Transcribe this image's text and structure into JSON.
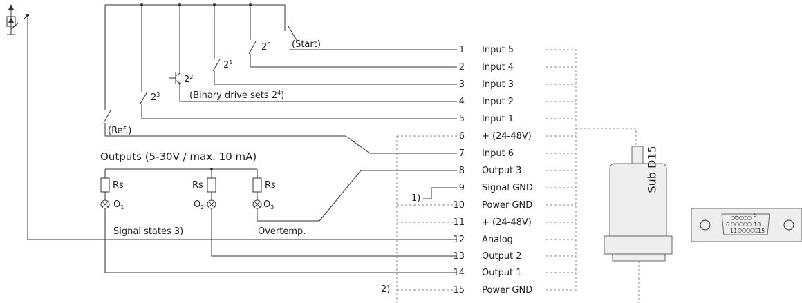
{
  "colors": {
    "line": "#333333",
    "dashed": "#888888",
    "connector_fill": "#eeeeee",
    "connector_stroke": "#666666"
  },
  "pins": [
    {
      "num": "1",
      "label": "Input 5"
    },
    {
      "num": "2",
      "label": "Input 4"
    },
    {
      "num": "3",
      "label": "Input 3"
    },
    {
      "num": "4",
      "label": "Input 2"
    },
    {
      "num": "5",
      "label": "Input 1"
    },
    {
      "num": "6",
      "label": "+ (24-48V)"
    },
    {
      "num": "7",
      "label": "Input 6"
    },
    {
      "num": "8",
      "label": "Output 3"
    },
    {
      "num": "9",
      "label": "Signal GND"
    },
    {
      "num": "10",
      "label": "Power GND"
    },
    {
      "num": "11",
      "label": "+ (24-48V)"
    },
    {
      "num": "12",
      "label": "Analog"
    },
    {
      "num": "13",
      "label": "Output 2"
    },
    {
      "num": "14",
      "label": "Output 1"
    },
    {
      "num": "15",
      "label": "Power GND"
    }
  ],
  "switches": {
    "start": "(Start)",
    "bit0_base": "2",
    "bit0_exp": "0",
    "bit1_base": "2",
    "bit1_exp": "1",
    "bit2_base": "2",
    "bit2_exp": "2",
    "bit3_base": "2",
    "bit3_exp": "3",
    "binary_text": "(Binary drive sets 2",
    "binary_exp": "4",
    "binary_close": ")",
    "ref": "(Ref.)"
  },
  "outputs": {
    "heading": "Outputs (5-30V / max. 10 mA)",
    "rs1": "Rs",
    "rs2": "Rs",
    "rs3": "Rs",
    "o1_main": "O",
    "o1_sub": "1",
    "o2_main": "O",
    "o2_sub": "2",
    "o3_main": "O",
    "o3_sub": "3",
    "signal_states": "Signal states 3)",
    "overtemp": "Overtemp."
  },
  "notes": {
    "note1": "1)",
    "note2": "2)"
  },
  "connector": {
    "label": "Sub D15",
    "row1_start": "1",
    "row1_end": "5",
    "row2_start": "6",
    "row2_end": "10",
    "row3_start": "11",
    "row3_end": "15"
  }
}
